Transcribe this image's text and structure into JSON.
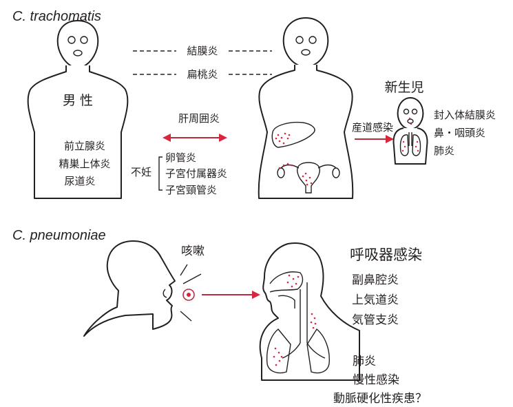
{
  "colors": {
    "ink": "#231f20",
    "accent_red": "#c0283c"
  },
  "trachomatis": {
    "title": "C. trachomatis",
    "shared_conjunctivitis": "結膜炎",
    "shared_tonsillitis": "扁桃炎",
    "male_label": "男 性",
    "male_diseases": [
      "前立腺炎",
      "精巣上体炎",
      "尿道炎"
    ],
    "perihepatitis": "肝周囲炎",
    "infertility": "不妊",
    "female_diseases": [
      "卵管炎",
      "子宮付属器炎",
      "子宮頸管炎"
    ],
    "birth_canal": "産道感染",
    "newborn_label": "新生児",
    "newborn_diseases": [
      "封入体結膜炎",
      "鼻・咽頭炎",
      "肺炎"
    ]
  },
  "pneumoniae": {
    "title": "C. pneumoniae",
    "cough": "咳嗽",
    "respiratory_title": "呼吸器感染",
    "upper_diseases": [
      "副鼻腔炎",
      "上気道炎",
      "気管支炎"
    ],
    "lower_diseases": [
      "肺炎",
      "慢性感染",
      "動脈硬化性疾患？"
    ]
  }
}
